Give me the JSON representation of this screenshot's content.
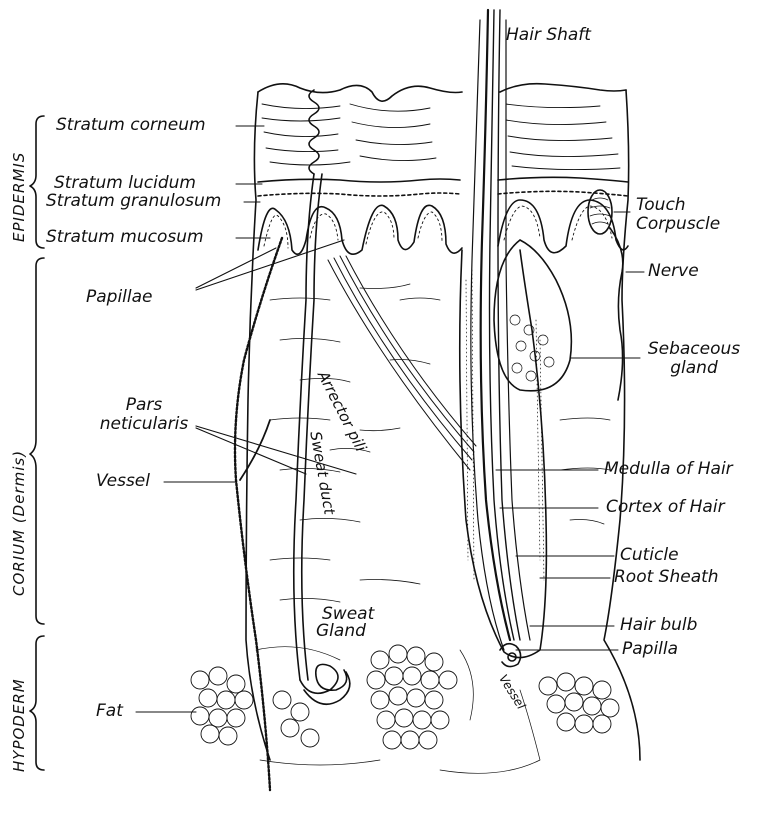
{
  "labels": {
    "hair_shaft": "Hair Shaft",
    "stratum_corneum": "Stratum corneum",
    "stratum_lucidum": "Stratum lucidum",
    "stratum_granulosum": "Stratum granulosum",
    "stratum_mucosum": "Stratum mucosum",
    "touch_corpuscle_1": "Touch",
    "touch_corpuscle_2": "Corpuscle",
    "nerve": "Nerve",
    "papillae": "Papillae",
    "sebaceous_gland_1": "Sebaceous",
    "sebaceous_gland_2": "gland",
    "pars_reticularis_1": "Pars",
    "pars_reticularis_2": "neticularis",
    "vessel": "Vessel",
    "arrector_pili": "Arrector pili",
    "sweat_duct": "Sweat duct",
    "medulla_of_hair": "Medulla of Hair",
    "cortex_of_hair": "Cortex of Hair",
    "cuticle": "Cuticle",
    "root_sheath": "Root Sheath",
    "sweat_gland_1": "Sweat",
    "sweat_gland_2": "Gland",
    "hair_bulb": "Hair bulb",
    "papilla": "Papilla",
    "fat": "Fat",
    "vessel_small": "Vessel"
  },
  "layers": {
    "epidermis": "EPIDERMIS",
    "corium": "CORIUM (Dermis)",
    "hypoderm": "HYPODERM"
  }
}
